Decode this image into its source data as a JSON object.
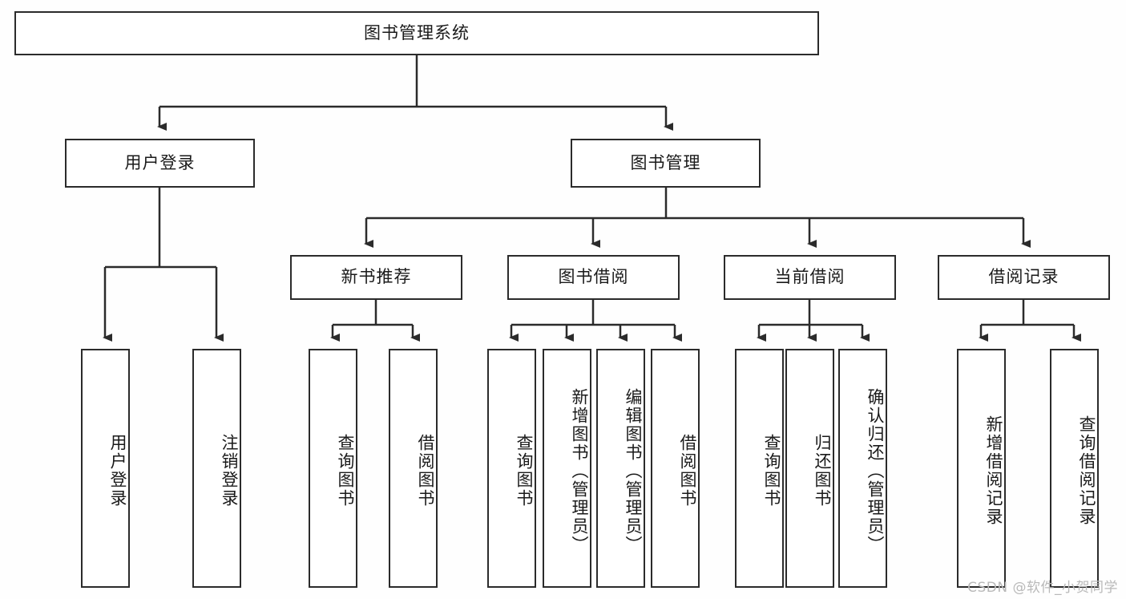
{
  "diagram": {
    "title": "图书管理系统",
    "watermark": "CSDN @软件_小贺同学",
    "colors": {
      "border": "#2b2b2b",
      "fill": "#ffffff",
      "text": "#1a1a1a",
      "background": "#fefefe",
      "watermark": "#b9b9b9"
    },
    "root": {
      "label": "图书管理系统"
    },
    "level1": [
      {
        "label": "用户登录"
      },
      {
        "label": "图书管理"
      }
    ],
    "level2": [
      {
        "label": "新书推荐"
      },
      {
        "label": "图书借阅"
      },
      {
        "label": "当前借阅"
      },
      {
        "label": "借阅记录"
      }
    ],
    "leaves": {
      "user_login": [
        {
          "label": "用户登录"
        },
        {
          "label": "注销登录"
        }
      ],
      "new_book": [
        {
          "label": "查询图书"
        },
        {
          "label": "借阅图书"
        }
      ],
      "book_borrow": [
        {
          "label": "查询图书"
        },
        {
          "label": "新增图书（管理员）"
        },
        {
          "label": "编辑图书（管理员）"
        },
        {
          "label": "借阅图书"
        }
      ],
      "current_borrow": [
        {
          "label": "查询图书"
        },
        {
          "label": "归还图书"
        },
        {
          "label": "确认归还（管理员）"
        }
      ],
      "borrow_record": [
        {
          "label": "新增借阅记录"
        },
        {
          "label": "查询借阅记录"
        }
      ]
    }
  }
}
